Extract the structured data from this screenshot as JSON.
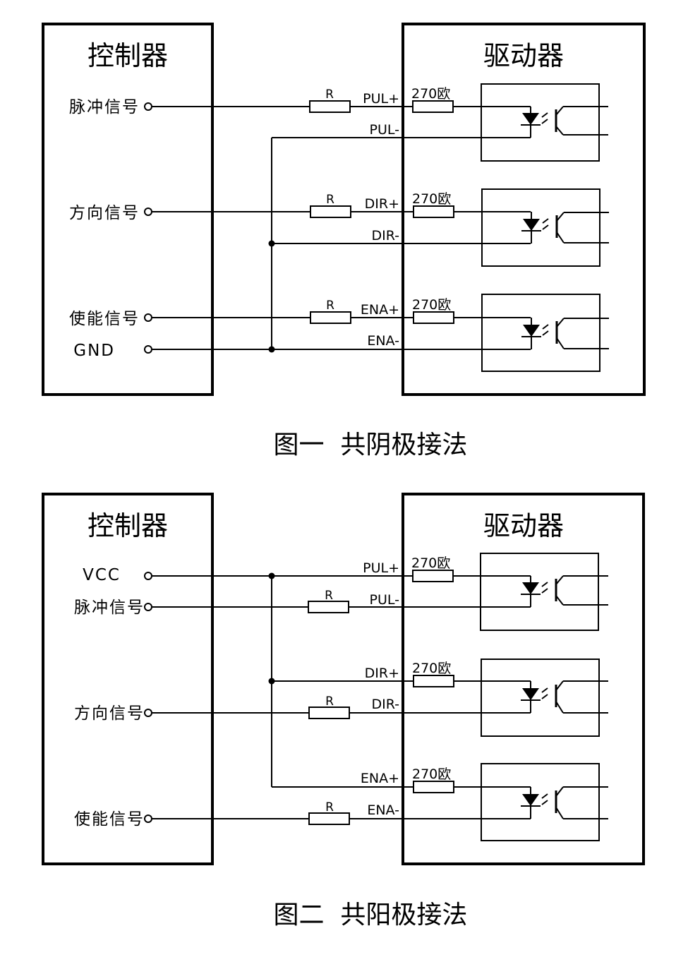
{
  "diagram1": {
    "controller_title": "控制器",
    "driver_title": "驱动器",
    "signals": [
      "脉冲信号",
      "方向信号",
      "使能信号",
      "GND"
    ],
    "pins": [
      "PUL+",
      "PUL-",
      "DIR+",
      "DIR-",
      "ENA+",
      "ENA-"
    ],
    "resistor_label": "R",
    "internal_resistor": "270欧",
    "caption": "图一  共阴极接法"
  },
  "diagram2": {
    "controller_title": "控制器",
    "driver_title": "驱动器",
    "signals": [
      "VCC",
      "脉冲信号",
      "方向信号",
      "使能信号"
    ],
    "pins": [
      "PUL+",
      "PUL-",
      "DIR+",
      "DIR-",
      "ENA+",
      "ENA-"
    ],
    "resistor_label": "R",
    "internal_resistor": "270欧",
    "caption": "图二  共阳极接法"
  }
}
